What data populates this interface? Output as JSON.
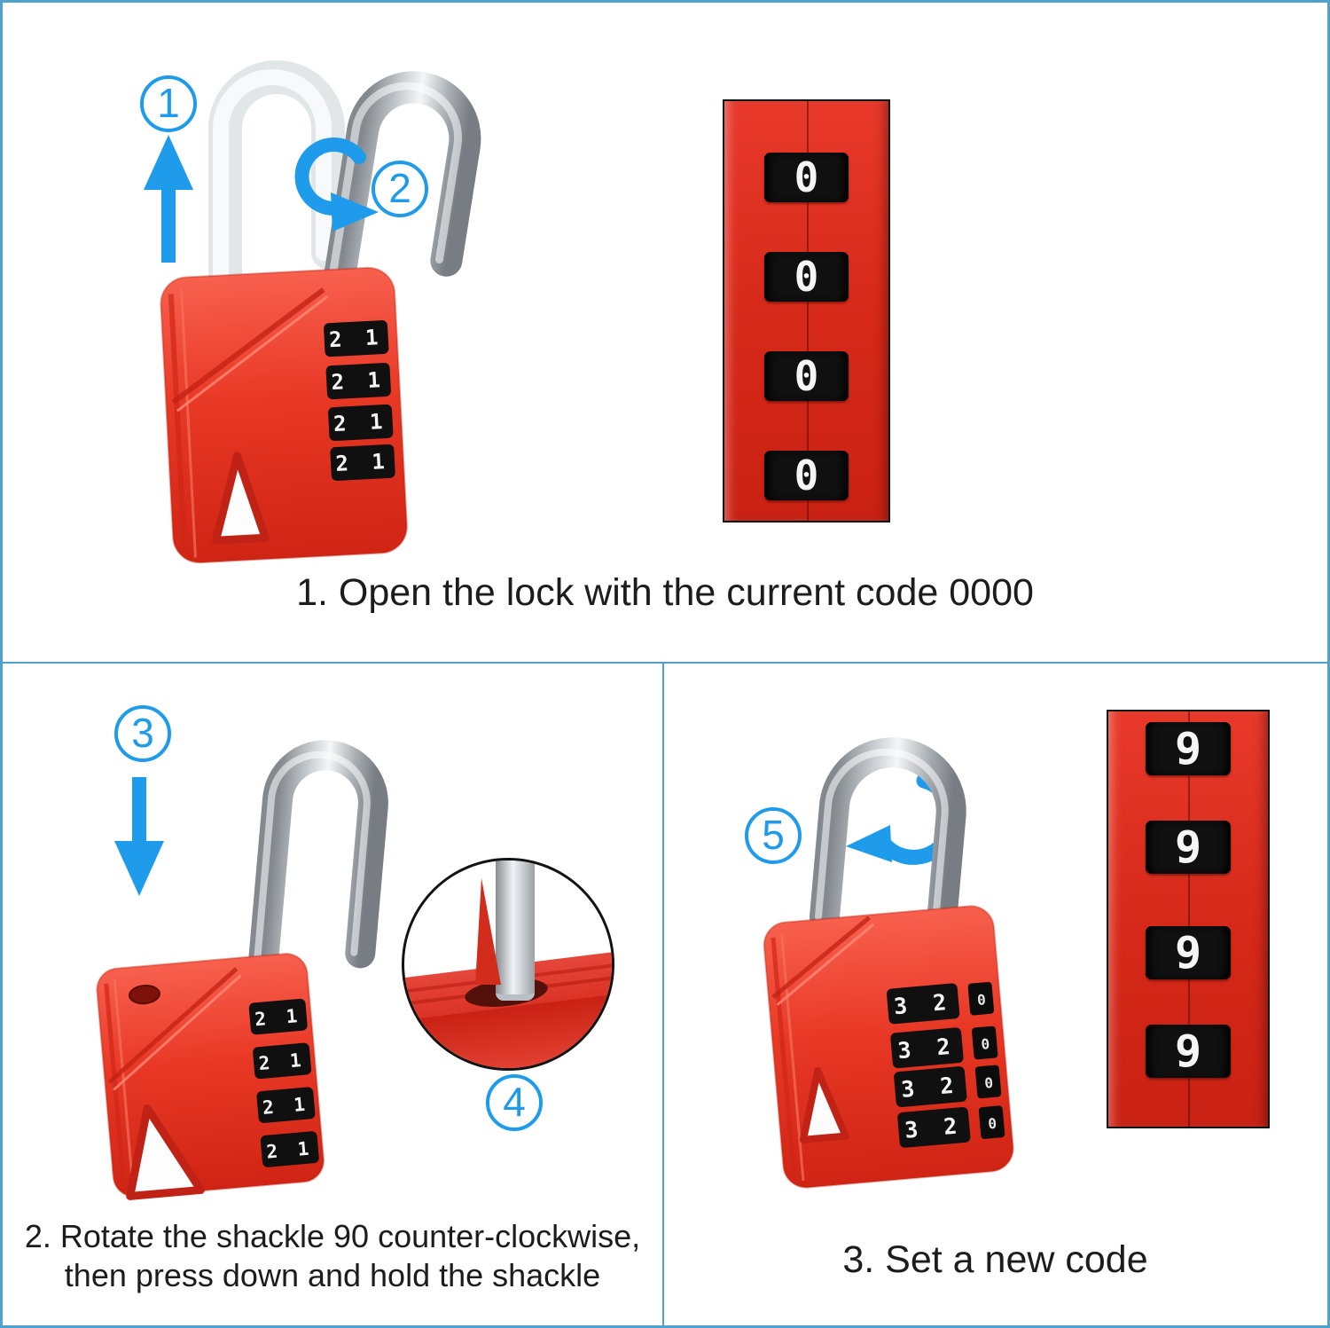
{
  "colors": {
    "accent_blue": "#1E9BEA",
    "frame_blue": "#4FA2CE",
    "lock_red": "#E63322",
    "dial_black": "#101010",
    "digit_white": "#F5F5F5",
    "chrome": "#C9CED2"
  },
  "steps": {
    "1": "1",
    "2": "2",
    "3": "3",
    "4": "4",
    "5": "5"
  },
  "panel_open": {
    "caption": "1. Open the lock with the current code 0000",
    "lock_code_rows": [
      "2 1",
      "2 1",
      "2 1",
      "2 1"
    ],
    "closeup_code": [
      "0",
      "0",
      "0",
      "0"
    ]
  },
  "panel_rotate": {
    "caption_line1": "2. Rotate the shackle 90 counter-clockwise,",
    "caption_line2": "then press down and hold the shackle",
    "lock_code_rows": [
      "2 1",
      "2 1",
      "2 1",
      "2 1"
    ]
  },
  "panel_set": {
    "caption": "3. Set a new code",
    "lock_code_rows": [
      "3 2",
      "3 2",
      "3 2",
      "3 2"
    ],
    "lock_side_code": [
      "0",
      "0",
      "0",
      "0"
    ],
    "closeup_code": [
      "9",
      "9",
      "9",
      "9"
    ]
  }
}
